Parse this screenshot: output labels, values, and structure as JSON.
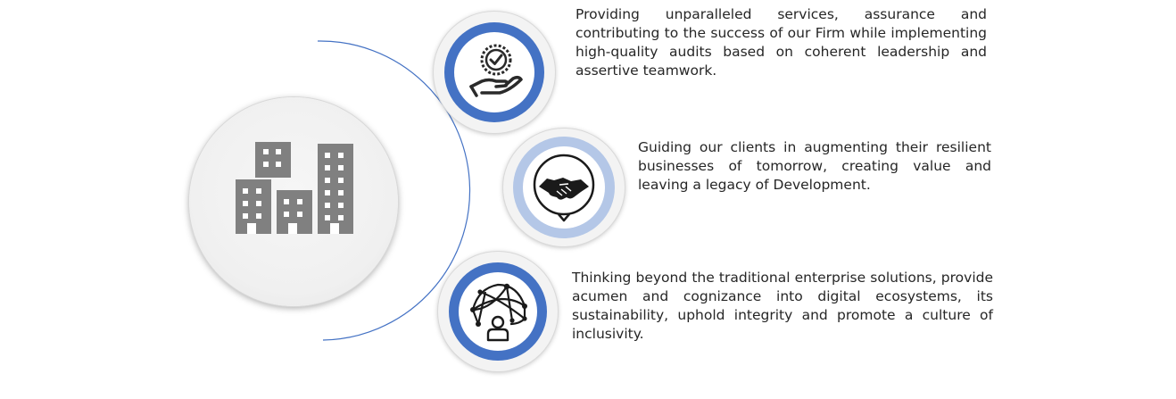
{
  "colors": {
    "accent_dark": "#4472c4",
    "accent_light": "#b4c7e7",
    "icon_gray": "#808080",
    "text": "#262626",
    "circle_fill": "#f2f2f2"
  },
  "center": {
    "icon": "office-buildings-icon"
  },
  "items": [
    {
      "icon": "quality-assurance-hand-icon",
      "text": "Providing unparalleled services, assurance and contributing to the success of our Firm while implementing high-quality audits based on coherent leadership and assertive teamwork."
    },
    {
      "icon": "handshake-icon",
      "text": "Guiding our clients in augmenting their resilient businesses of tomorrow, creating value and leaving a legacy of Development."
    },
    {
      "icon": "digital-network-user-icon",
      "text": "Thinking beyond the traditional enterprise solutions, provide acumen and cognizance into digital ecosystems, its sustainability, uphold integrity and promote a culture of inclusivity."
    }
  ]
}
